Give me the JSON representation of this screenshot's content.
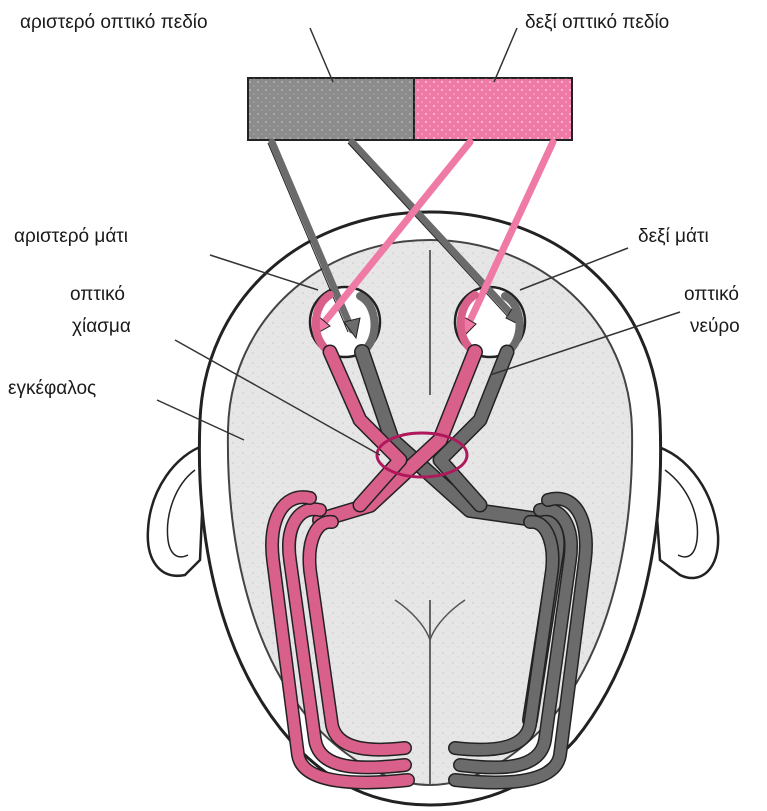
{
  "labels": {
    "left_visual_field": "αριστερό οπτικό πεδίο",
    "right_visual_field": "δεξί οπτικό πεδίο",
    "left_eye": "αριστερό μάτι",
    "right_eye": "δεξί μάτι",
    "optic_chiasm_line1": "οπτικό",
    "optic_chiasm_line2": "χίασμα",
    "optic_nerve_line1": "οπτικό",
    "optic_nerve_line2": "νεύρο",
    "brain": "εγκέφαλος"
  },
  "colors": {
    "left_field": "#8c8c8c",
    "right_field": "#f07aa6",
    "gray_pathway": "#6b6b6b",
    "pink_pathway": "#d9608a",
    "chiasm_ring": "#b0185c",
    "brain_fill": "#e6e6e6",
    "outline": "#222222"
  }
}
